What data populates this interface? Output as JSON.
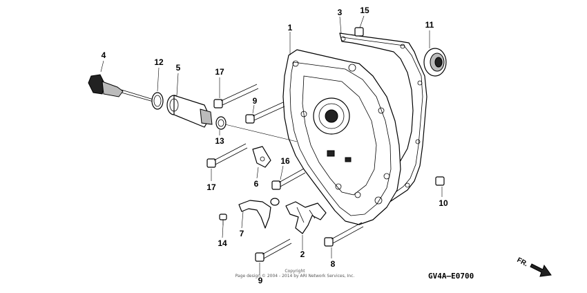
{
  "diagram": {
    "callouts": [
      "1",
      "2",
      "3",
      "4",
      "5",
      "6",
      "7",
      "8",
      "9",
      "9",
      "10",
      "11",
      "12",
      "13",
      "14",
      "15",
      "16",
      "17",
      "17"
    ],
    "code": "GV4A—E0700",
    "direction": "FR.",
    "copyright_line1": "Copyright",
    "copyright_line2": "Page design © 2004 - 2014 by ARI Network Services, Inc."
  }
}
